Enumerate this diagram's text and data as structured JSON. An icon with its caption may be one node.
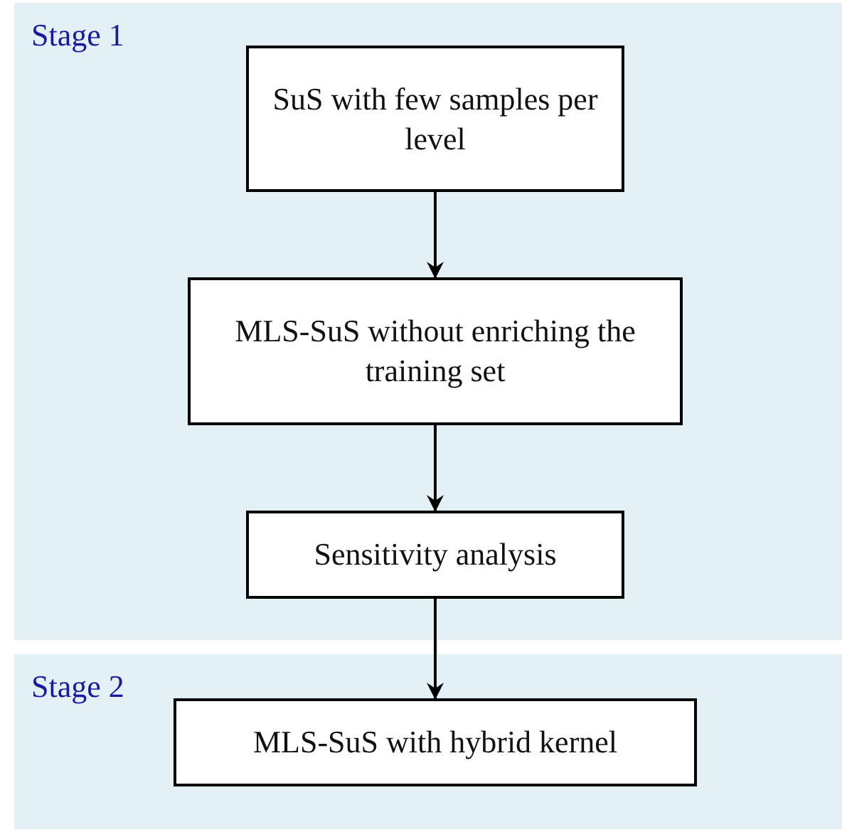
{
  "diagram": {
    "nodes": [
      {
        "text": [
          "Stage 1"
        ]
      },
      {
        "text": [
          "SuS with few samples per level"
        ],
        "in": 0
      },
      {
        "text": [
          "MLS-SuS without enriching the training set"
        ],
        "in": 0
      },
      {
        "text": [
          "Sensitivity analysis"
        ],
        "in": 0
      },
      {
        "text": [
          "Stage 2"
        ]
      },
      {
        "text": [
          "MLS-SuS with hybrid kernel"
        ],
        "in": 4
      }
    ],
    "edges": [
      {
        "from": 1,
        "to": 2,
        "arrow": "to"
      },
      {
        "from": 2,
        "to": 3,
        "arrow": "to"
      },
      {
        "from": 3,
        "to": 5,
        "arrow": "to"
      }
    ]
  }
}
